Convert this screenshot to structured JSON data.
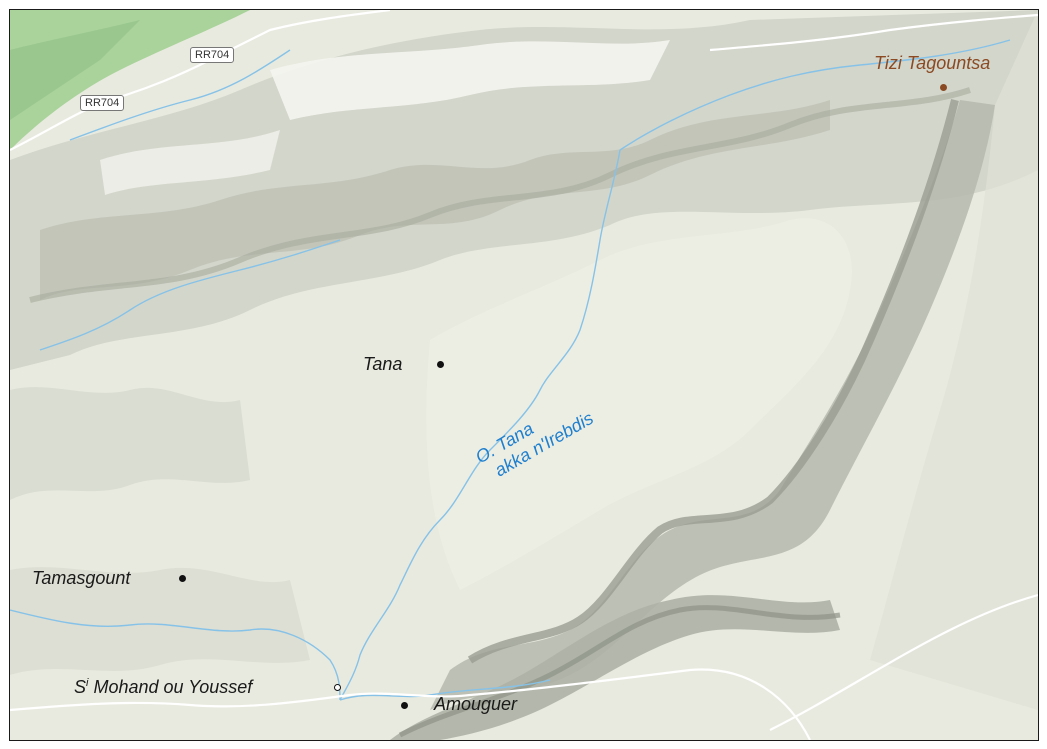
{
  "map": {
    "colors": {
      "terrain_base": "#e7e9df",
      "vegetation": "#a9d39b",
      "river": "#7fbfe6",
      "road": "#ffffff",
      "place_text": "#1a1a1a",
      "pass_text": "#8b4a23",
      "river_text": "#1f7fcf"
    },
    "road_shields": [
      {
        "label": "RR704"
      },
      {
        "label": "RR704"
      }
    ],
    "places": {
      "tana": {
        "name": "Tana"
      },
      "tamasgount": {
        "name": "Tamasgount"
      },
      "si_mohand": {
        "name_prefix": "S",
        "name_sup": "i",
        "name_rest": " Mohand ou Youssef"
      },
      "amouguer": {
        "name": "Amouguer"
      }
    },
    "pass": {
      "name": "Tizi Tagountsa"
    },
    "river": {
      "line1": "O. Tana",
      "line2": "akka n'Irebdis"
    }
  }
}
